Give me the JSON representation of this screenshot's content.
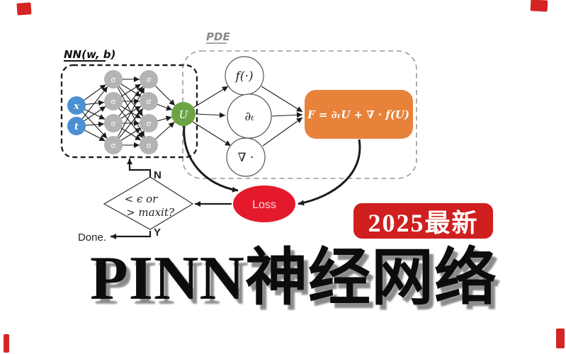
{
  "colors": {
    "node_input": "#4a90d2",
    "node_hidden": "#b4b4b4",
    "node_output": "#6ca445",
    "pde_box": "#e8823b",
    "loss": "#e41a2c",
    "badge": "#cf1f1f",
    "corner_marks": "#d52424",
    "title": "#0c0c0c"
  },
  "nn": {
    "label": "NN(w, b)",
    "inputs": [
      "x",
      "t"
    ],
    "activation": "σ",
    "output": "U"
  },
  "pde": {
    "label": "PDE",
    "ops": [
      "f(·)",
      "∂ₜ",
      "∇ ·"
    ],
    "residual": "F = ∂ₜU + ∇ · f(U)"
  },
  "flow": {
    "loss": "Loss",
    "decision_line1": "< ϵ or",
    "decision_line2": "> maxit?",
    "no": "N",
    "yes": "Y",
    "done": "Done."
  },
  "badge": {
    "label": "2025最新"
  },
  "title": {
    "label": "PINN神经网络"
  }
}
